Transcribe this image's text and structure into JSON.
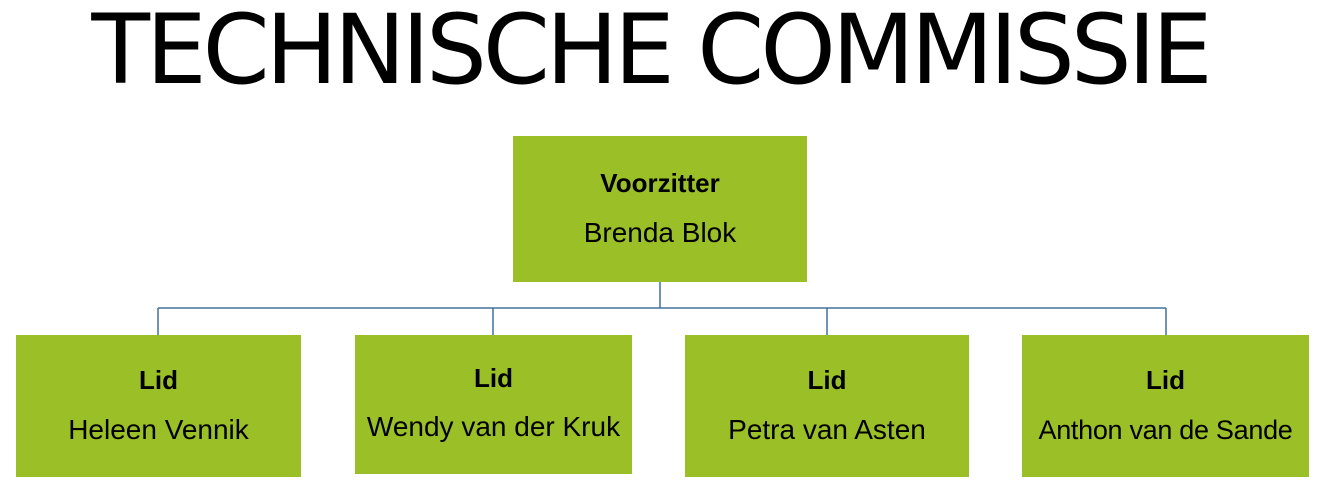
{
  "title": "TECHNISCHE COMMISSIE",
  "colors": {
    "node_fill": "#9bbf26",
    "connector": "#41719c"
  },
  "chair": {
    "role": "Voorzitter",
    "name": "Brenda Blok"
  },
  "members": [
    {
      "role": "Lid",
      "name": "Heleen Vennik"
    },
    {
      "role": "Lid",
      "name": "Wendy van der Kruk"
    },
    {
      "role": "Lid",
      "name": "Petra van Asten"
    },
    {
      "role": "Lid",
      "name": "Anthon van de Sande"
    }
  ]
}
